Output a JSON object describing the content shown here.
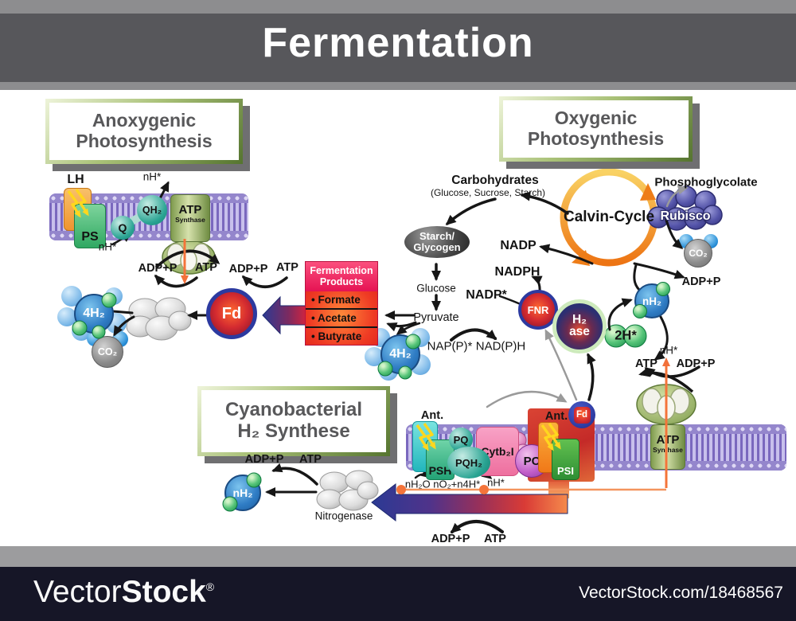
{
  "header": {
    "title": "Fermentation"
  },
  "section_boxes": {
    "anoxygenic": {
      "line1": "Anoxygenic",
      "line2": "Photosynthesis"
    },
    "oxygenic": {
      "line1": "Oxygenic",
      "line2": "Photosynthesis"
    },
    "cyanobacterial": {
      "line1": "Cyanobacterial",
      "line2": "H₂ Synthese"
    }
  },
  "anoxygenic": {
    "lh": "LH",
    "ps": "PS",
    "q": "Q",
    "qh2": "QH₂",
    "atp_synthase_top": "ATP",
    "atp_synthase_bottom": "Synthase",
    "nh_star_top": "nH*",
    "nh_star_bottom": "nH*",
    "adp_p_1": "ADP+P",
    "atp_1": "ATP",
    "adp_p_2": "ADP+P",
    "atp_2": "ATP",
    "fd": "Fd",
    "h2_4": "4H₂",
    "co2": "CO₂"
  },
  "fermentation_products": {
    "title_line1": "Fermentation",
    "title_line2": "Products",
    "items": [
      "• Formate",
      "• Acetate",
      "• Butyrate"
    ]
  },
  "oxygenic": {
    "carbohydrates": "Carbohydrates",
    "carbohydrates_sub": "(Glucose, Sucrose, Starch)",
    "calvin_cycle": "Calvin-Cycle",
    "rubisco": "Rubisco",
    "phosphoglycolate": "Phosphoglycolate",
    "co2": "CO₂",
    "starch_line1": "Starch/",
    "starch_line2": "Glycogen",
    "glucose": "Glucose",
    "pyruvate": "Pyruvate",
    "h2_4": "4H₂",
    "nap_p": "NAP(P)*",
    "nad_p_h": "NAD(P)H",
    "nadp": "NADP",
    "nadph": "NADPH",
    "nadp_star": "NADP*",
    "fnr": "FNR",
    "h2ase_line1": "H₂",
    "h2ase_line2": "ase",
    "two_h": "2H*",
    "nh2": "nH₂",
    "adp_p_top": "ADP+P",
    "nh_star": "nH*",
    "atp": "ATP",
    "adp_p": "ADP+P",
    "atp_synthase_top": "ATP",
    "atp_synthase_bottom": "Synthase"
  },
  "thylakoid": {
    "ant_1": "Ant.",
    "psh": "PSH",
    "pq": "PQ",
    "pqh2": "PQH₂",
    "cytb2i": "Cytb₂I",
    "pc": "PC",
    "ant_2": "Ant.",
    "psi": "PSI",
    "fd": "Fd",
    "water_reaction": "nH₂O nO₂+n4H*",
    "nh_star": "nH*"
  },
  "cyano": {
    "adp_p": "ADP+P",
    "atp": "ATP",
    "nh2": "nH₂",
    "nitrogenase": "Nitrogenase"
  },
  "bottom": {
    "adp_p": "ADP+P",
    "atp": "ATP"
  },
  "footer": {
    "brand_light": "Vector",
    "brand_bold": "Stock",
    "registered": "®",
    "url": "VectorStock.com/18468567"
  },
  "colors": {
    "membrane_purple": "#b0a4dc",
    "ring_orange": "#ee7d18",
    "arrow_blue": "#2b3a94",
    "arrow_red": "#e84434",
    "footer_navy": "#161627"
  }
}
